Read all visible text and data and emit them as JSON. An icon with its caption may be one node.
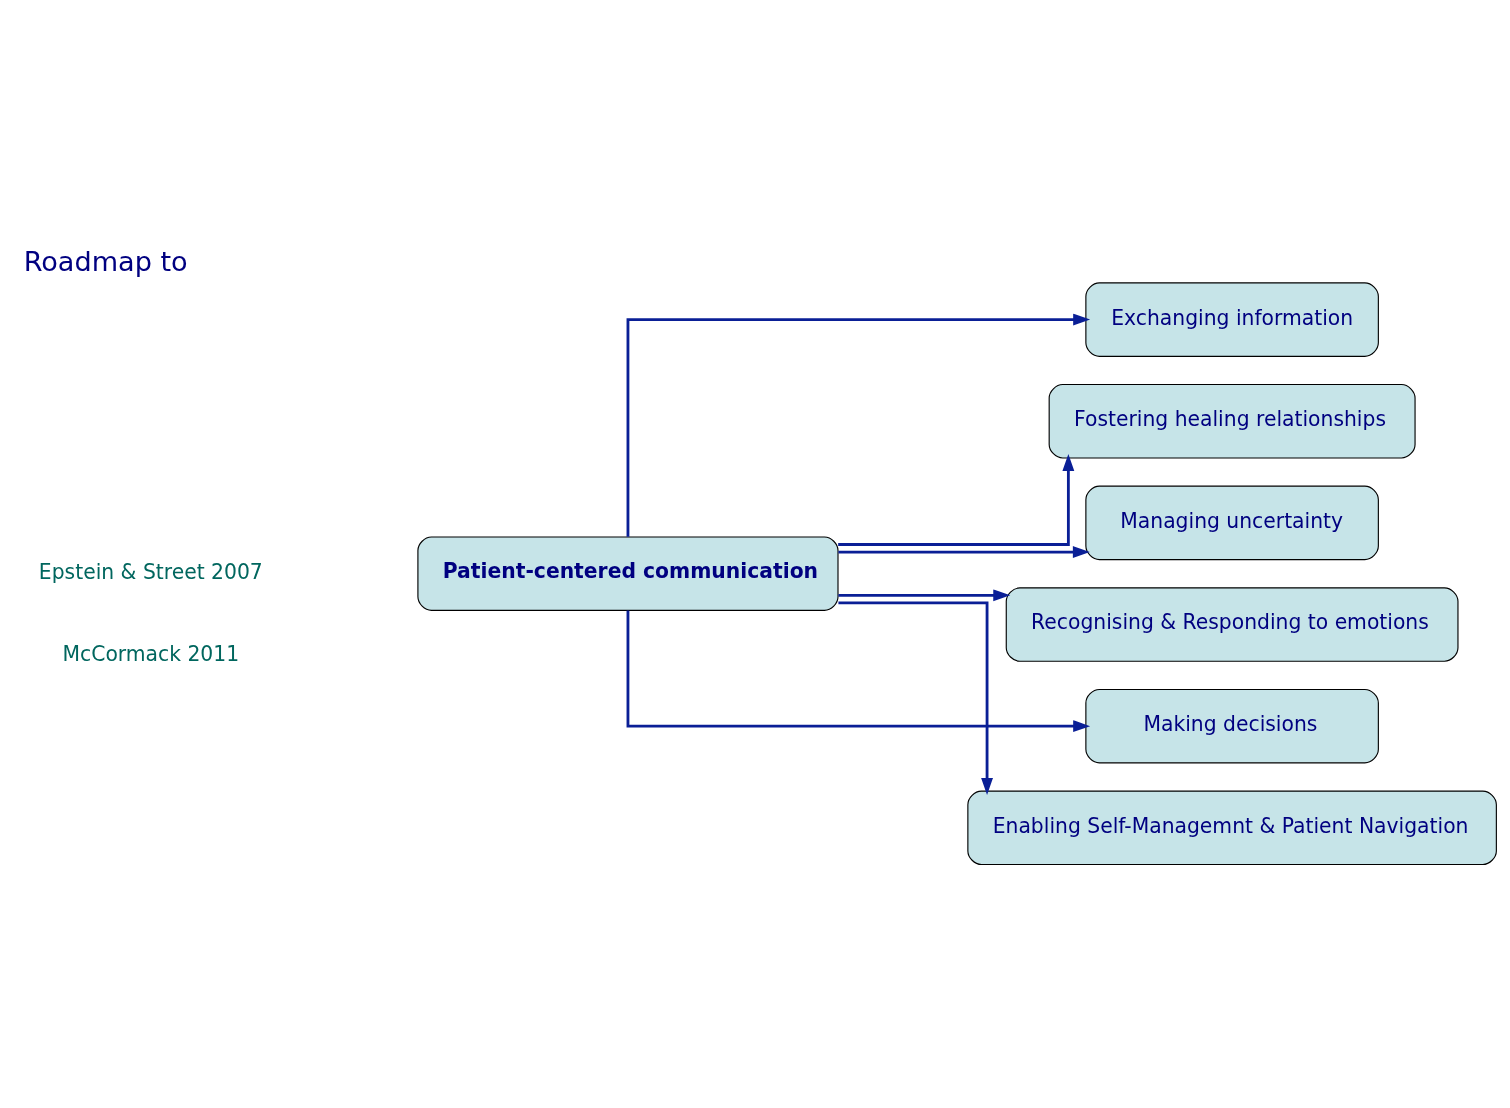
{
  "diagram": {
    "title": "Roadmap to",
    "nodes": [
      {
        "text": [
          "Patient-centered communication"
        ]
      },
      {
        "text": [
          "Exchanging information"
        ]
      },
      {
        "text": [
          "Fostering healing relationships"
        ]
      },
      {
        "text": [
          "Managing uncertainty"
        ]
      },
      {
        "text": [
          "Recognising & Responding to emotions"
        ]
      },
      {
        "text": [
          "Making decisions"
        ]
      },
      {
        "text": [
          "Enabling Self-Managemnt & Patient Navigation"
        ]
      }
    ],
    "edges": [
      {
        "from": 0,
        "to": 1,
        "arrow": "to"
      },
      {
        "from": 0,
        "to": 2,
        "arrow": "to"
      },
      {
        "from": 0,
        "to": 3,
        "arrow": "to"
      },
      {
        "from": 0,
        "to": 4,
        "arrow": "to"
      },
      {
        "from": 0,
        "to": 5,
        "arrow": "to"
      },
      {
        "from": 0,
        "to": 6,
        "arrow": "to"
      }
    ],
    "labels": [
      "Epstein & Street 2007",
      "McCormack 2011"
    ]
  }
}
